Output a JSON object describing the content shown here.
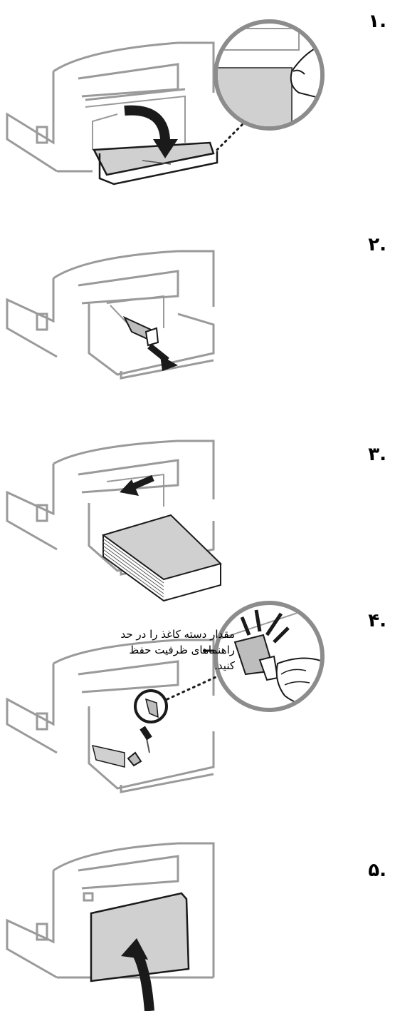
{
  "steps": [
    {
      "number": ".١"
    },
    {
      "number": ".٢"
    },
    {
      "number": ".٣"
    },
    {
      "number": ".۴"
    },
    {
      "number": ".۵"
    }
  ],
  "callout": {
    "line1": "مقدار دسته کاغذ را در حد",
    "line2": "راهنماهای ظرفیت حفظ کنید."
  },
  "colors": {
    "line": "#9a9a9a",
    "paper": "#d0d0d0",
    "dark": "#1a1a1a",
    "shade": "#bdbdbd"
  },
  "icons": [
    "printer-body",
    "tray-arrow",
    "magnified-hand",
    "guide-arrow",
    "paper-stack",
    "cover-arrow"
  ]
}
